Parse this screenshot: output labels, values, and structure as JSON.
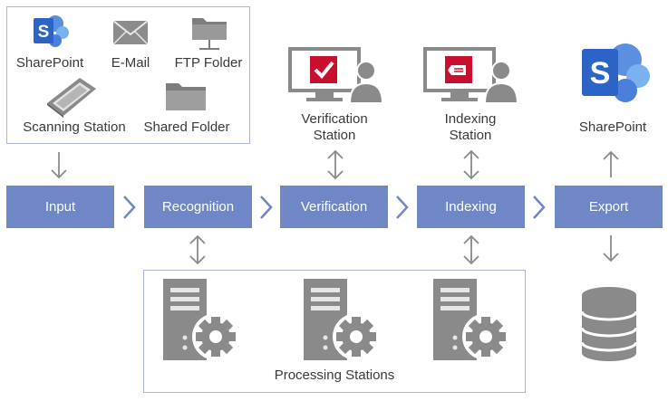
{
  "sources": {
    "sharepoint": "SharePoint",
    "email": "E-Mail",
    "ftp": "FTP Folder",
    "scanning": "Scanning Station",
    "shared": "Shared Folder"
  },
  "stations": {
    "verification": [
      "Verification",
      "Station"
    ],
    "indexing": [
      "Indexing",
      "Station"
    ],
    "sharepoint": "SharePoint"
  },
  "stages": [
    "Input",
    "Recognition",
    "Verification",
    "Indexing",
    "Export"
  ],
  "processing_label": "Processing Stations",
  "colors": {
    "stage_fill": "#6f87c6",
    "frame_border": "#a9b7d6",
    "arrow": "#8a8a8a",
    "chevron": "#6f87c6",
    "icon_gray": "#808080",
    "accent_red": "#c8102e",
    "sharepoint_blue": "#3b68c9"
  }
}
